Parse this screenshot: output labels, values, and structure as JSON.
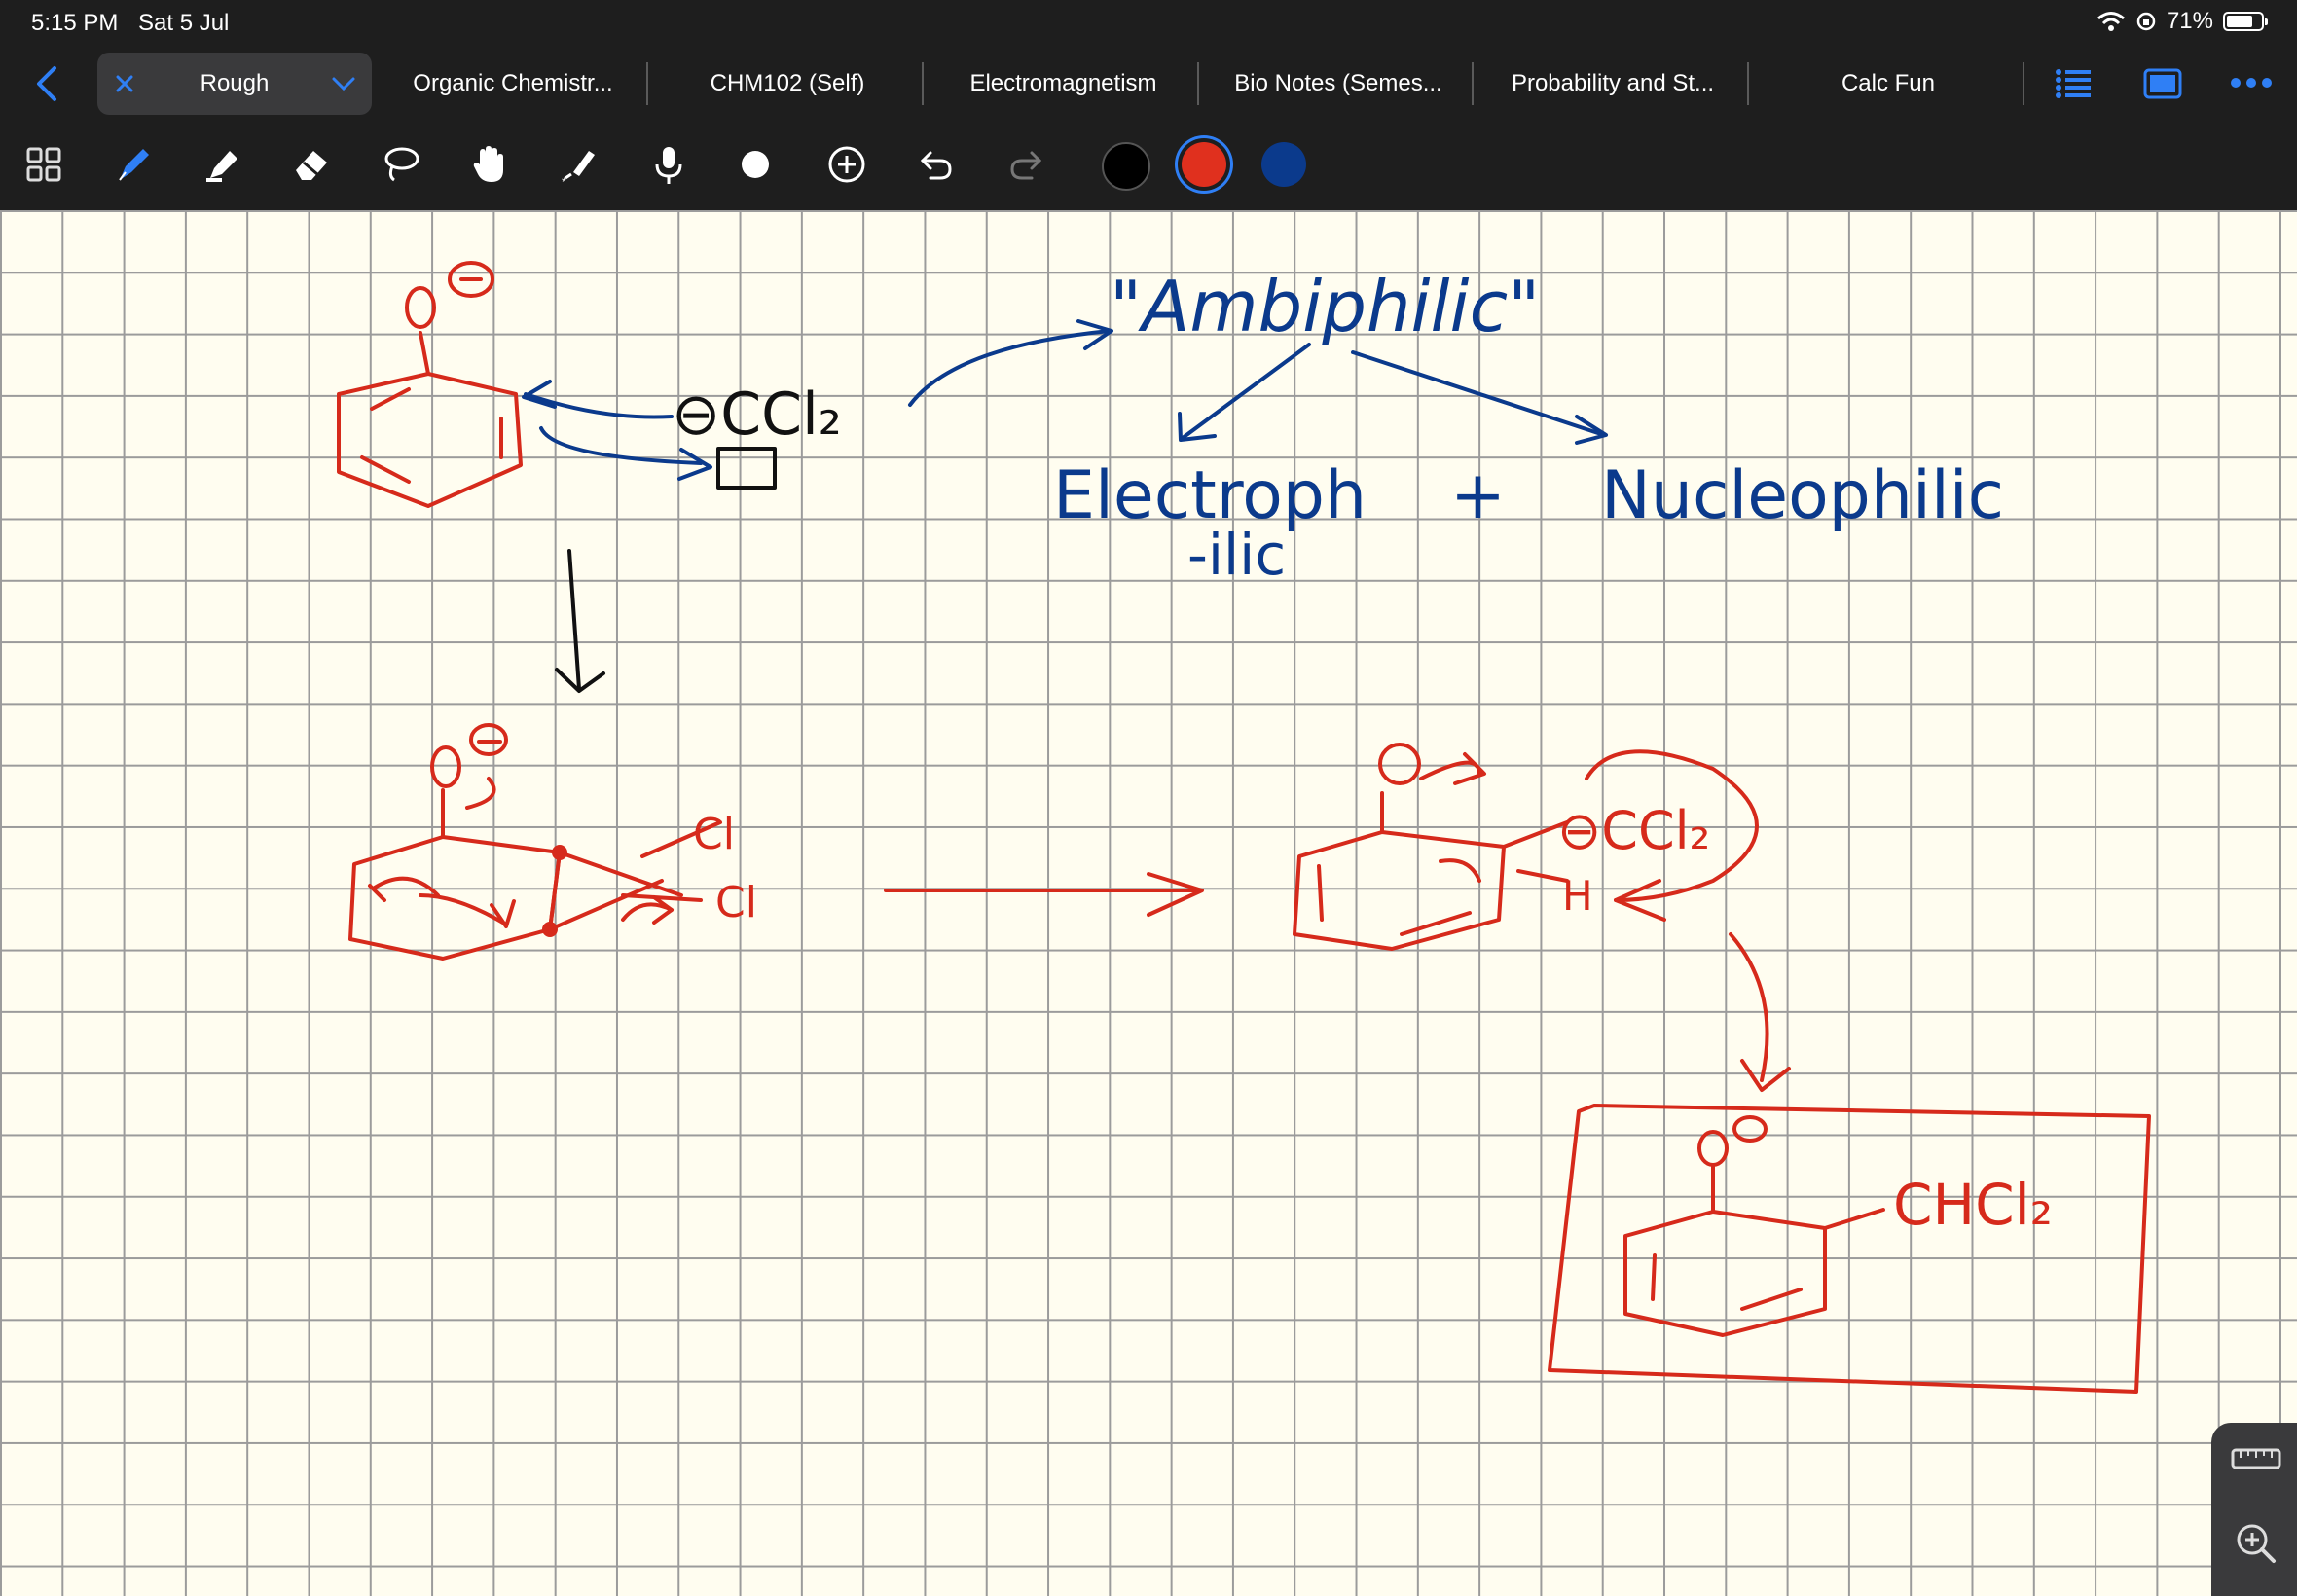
{
  "status": {
    "time": "5:15 PM",
    "date": "Sat 5 Jul",
    "battery": "71%"
  },
  "tabs": [
    {
      "label": "Rough",
      "active": true
    },
    {
      "label": "Organic Chemistr..."
    },
    {
      "label": "CHM102 (Self)"
    },
    {
      "label": "Electromagnetism"
    },
    {
      "label": "Bio Notes (Semes..."
    },
    {
      "label": "Probability and St..."
    },
    {
      "label": "Calc Fun"
    }
  ],
  "toolbar": {
    "icons": [
      "grid-icon",
      "pen-icon",
      "highlighter-icon",
      "eraser-icon",
      "lasso-icon",
      "hand-icon",
      "laser-pointer-icon",
      "microphone-icon",
      "shapes-icon",
      "add-icon",
      "undo-icon",
      "redo-icon"
    ],
    "colors": [
      "#000000",
      "#e0301e",
      "#0b3a8c"
    ],
    "selected_color": 1
  },
  "notes": {
    "top_o_minus": "O⊖",
    "ccl2": "⊖CCl₂",
    "ambiphilic": "\"Ambiphilic\"",
    "electrophilic": "Electroph",
    "electrophilic_cont": "-ilic",
    "plus": "+",
    "nucleophilic": "Nucleophilic",
    "cl_top": "Cl",
    "cl_bottom": "Cl",
    "ccl2_second": "⊖CCl₂",
    "h_label": "H",
    "product": "CHCl₂"
  }
}
